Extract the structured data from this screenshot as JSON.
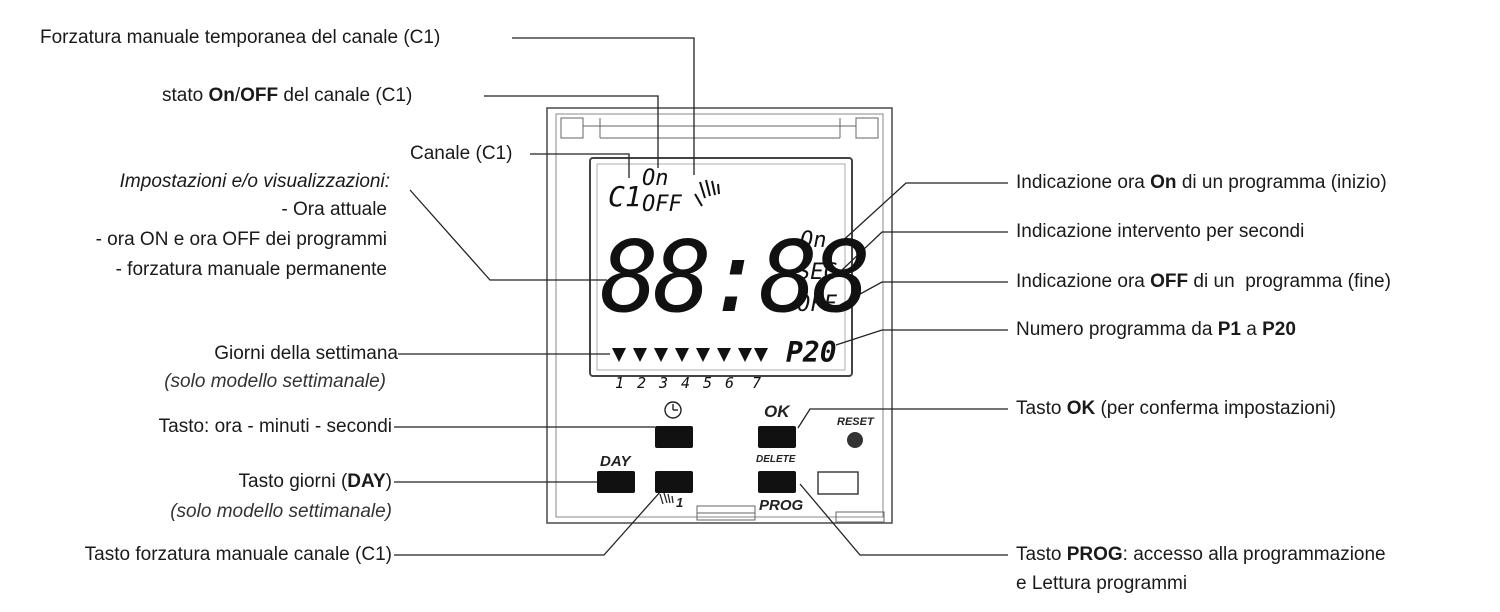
{
  "labels_left": {
    "forzatura_temp": "Forzatura manuale temporanea del canale (C1)",
    "stato_pre": "stato ",
    "stato_on": "On",
    "stato_sep": "/",
    "stato_off": "OFF",
    "stato_post": " del canale (C1)",
    "canale": "Canale (C1)",
    "impostazioni_title": "Impostazioni e/o visualizzazioni:",
    "imp_line1": "- Ora attuale",
    "imp_line2": "- ora ON e ora OFF dei programmi",
    "imp_line3": "- forzatura manuale permanente",
    "giorni": "Giorni della settimana",
    "giorni_sub": "(solo modello settimanale)",
    "tasto_ora": "Tasto: ora - minuti - secondi",
    "tasto_giorni_pre": "Tasto giorni (",
    "tasto_giorni_day": "DAY",
    "tasto_giorni_post": ")",
    "tasto_giorni_sub": "(solo modello settimanale)",
    "tasto_forzatura": "Tasto forzatura manuale canale (C1)"
  },
  "labels_right": {
    "ora_on_pre": "Indicazione ora ",
    "ora_on_b": "On",
    "ora_on_post": " di un programma (inizio)",
    "secondi": "Indicazione intervento per secondi",
    "ora_off_pre": "Indicazione ora ",
    "ora_off_b": "OFF",
    "ora_off_post": " di un  programma (fine)",
    "numero_pre": "Numero programma da ",
    "numero_p1": "P1",
    "numero_mid": " a ",
    "numero_p20": "P20",
    "tasto_ok_pre": "Tasto ",
    "tasto_ok_b": "OK",
    "tasto_ok_post": " (per conferma impostazioni)",
    "tasto_prog_pre": "Tasto ",
    "tasto_prog_b": "PROG",
    "tasto_prog_post": ": accesso alla programmazione",
    "tasto_prog_line2": "e Lettura programmi"
  },
  "display": {
    "channel": "C1",
    "on": "On",
    "off": "OFF",
    "time": "88:88",
    "ind_on": "On",
    "ind_sec": "SEC",
    "ind_off": "OFF",
    "program": "P20",
    "days": [
      "1",
      "2",
      "3",
      "4",
      "5",
      "6",
      "7"
    ]
  },
  "buttons": {
    "ok": "OK",
    "reset": "RESET",
    "day": "DAY",
    "delete": "DELETE",
    "prog": "PROG",
    "manual": "1"
  }
}
